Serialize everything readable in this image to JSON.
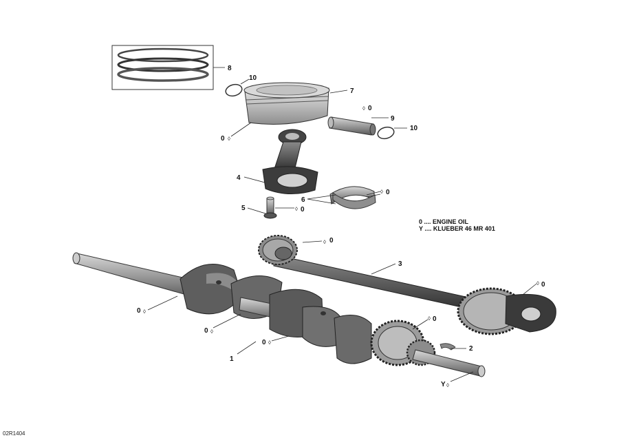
{
  "callouts": {
    "p1": "1",
    "p2": "2",
    "p3": "3",
    "p4": "4",
    "p5": "5",
    "p6": "6",
    "p7": "7",
    "p8": "8",
    "p9": "9",
    "p10a": "10",
    "p10b": "10"
  },
  "lube_marks": {
    "piston": "0",
    "pin": "0",
    "bearing": "0",
    "bolt": "0",
    "balancer_gear": "0",
    "balancer_end": "0",
    "gear": "0",
    "crank_left": "0",
    "crank_mid": "0",
    "crank_center": "0",
    "crank_end": "Y"
  },
  "legend": {
    "line1": "0 .... ENGINE OIL",
    "line2": "Y .... KLUEBER 46 MR 401"
  },
  "drawing_code": "02R1404",
  "colors": {
    "part": "#8a8a8a",
    "part_dark": "#4a4a4a",
    "part_light": "#c8c8c8",
    "line": "#222222"
  }
}
